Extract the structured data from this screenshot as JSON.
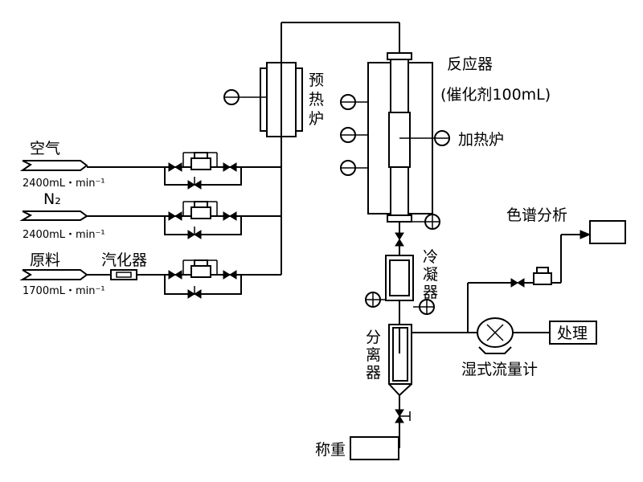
{
  "labels": {
    "air": "空气",
    "air_flow": "2400mL・min⁻¹",
    "n2": "N₂",
    "n2_flow": "2400mL・min⁻¹",
    "feed": "原料",
    "feed_flow": "1700mL・min⁻¹",
    "vaporizer": "汽化器",
    "preheater": "预热炉",
    "reactor": "反应器",
    "catalyst": "(催化剂100mL)",
    "heater": "加热炉",
    "condenser": "冷凝器",
    "separator": "分离器",
    "weighing": "称重",
    "chromatography": "色谱分析",
    "wet_flow_meter": "湿式流量计",
    "treatment": "处理"
  }
}
